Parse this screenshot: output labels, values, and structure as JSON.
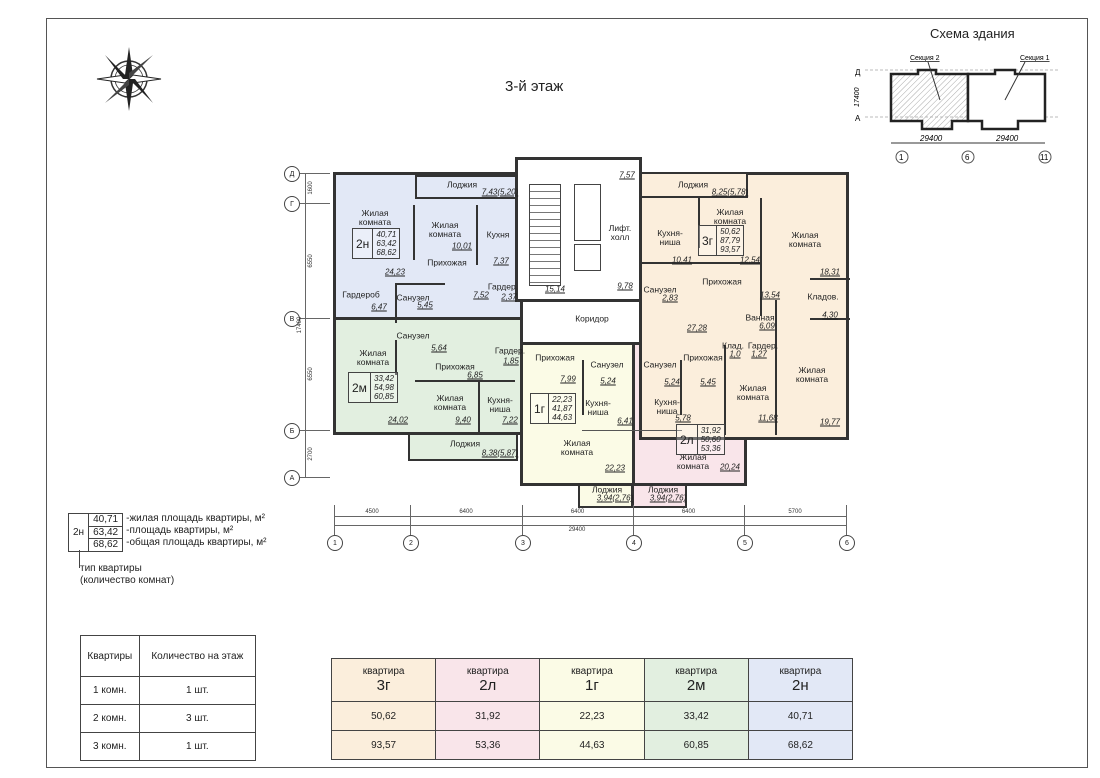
{
  "title": "3-й этаж",
  "schema": {
    "title": "Схема здания",
    "sections": [
      "Секция 2",
      "Секция 1"
    ],
    "axes_rows": [
      "Д",
      "А"
    ],
    "axes_cols": [
      "1",
      "6",
      "11"
    ],
    "height_dim": "17400",
    "width_dims": [
      "29400",
      "29400"
    ]
  },
  "colors": {
    "3г": "#fbeedc",
    "2л": "#f9e5ea",
    "1г": "#fbfbe6",
    "2м": "#e2efe0",
    "2н": "#e2e8f6"
  },
  "rooms": [
    "Лоджия",
    "7,43(5,20)",
    "Жилая\nкомната",
    "Жилая\nкомната",
    "10,01",
    "Кухня",
    "7,37",
    "Прихожая",
    "24,23",
    "7,52",
    "Гардер.",
    "2,37",
    "Гардероб",
    "6,47",
    "Санузел",
    "5,45",
    "Лифт.\nхолл",
    "7,57",
    "15,14",
    "9,78",
    "Коридор",
    "Санузел",
    "5,64",
    "Гардер.",
    "1,85",
    "Жилая\nкомната",
    "Прихожая",
    "6,85",
    "Жилая\nкомната",
    "9,40",
    "Кухня-\nниша",
    "7,22",
    "24,02",
    "Лоджия",
    "8,38(5,87)",
    "Прихожая",
    "Санузел",
    "7,99",
    "5,24",
    "Кухня-\nниша",
    "6,41",
    "Жилая\nкомната",
    "22,23",
    "Лоджия",
    "3,94(2,76)",
    "Лоджия",
    "3,94(2,76)",
    "Санузел",
    "5,24",
    "Прихожая",
    "5,45",
    "Кухня-\nниша",
    "5,78",
    "Жилая\nкомната",
    "20,24",
    "Лоджия",
    "8,25(5,78)",
    "Жилая\nкомната",
    "Кухня-\nниша",
    "10,41",
    "12,54",
    "Жилая\nкомната",
    "18,31",
    "Прихожая",
    "Санузел",
    "2,83",
    "13,54",
    "Кладов.",
    "4,30",
    "Ванная",
    "6,09",
    "27,28",
    "Клад.",
    "1,0",
    "Гардер.",
    "1,27",
    "Жилая\nкомната",
    "11,68",
    "Жилая\nкомната",
    "19,77"
  ],
  "apartments": [
    {
      "type": "2н",
      "living": "40,71",
      "area": "63,42",
      "total": "68,62"
    },
    {
      "type": "2м",
      "living": "33,42",
      "area": "54,98",
      "total": "60,85"
    },
    {
      "type": "1г",
      "living": "22,23",
      "area": "41,87",
      "total": "44,63"
    },
    {
      "type": "2л",
      "living": "31,92",
      "area": "50,60",
      "total": "53,36"
    },
    {
      "type": "3г",
      "living": "50,62",
      "area": "87,79",
      "total": "93,57"
    }
  ],
  "axes_rows": [
    "Д",
    "Г",
    "В",
    "Б",
    "А"
  ],
  "axes_cols": [
    "1",
    "2",
    "3",
    "4",
    "5",
    "6"
  ],
  "dims_bottom": [
    "4500",
    "6400",
    "6400",
    "6400",
    "5700"
  ],
  "dim_total_bottom": "29400",
  "dims_left": [
    "1600",
    "6550",
    "6550",
    "2700"
  ],
  "dim_total_left": "17400",
  "legend": {
    "type": "2н",
    "values": [
      "40,71",
      "63,42",
      "68,62"
    ],
    "descriptions": [
      "-жилая площадь квартиры, м²",
      "-площадь квартиры, м²",
      "-общая площадь квартиры, м²"
    ],
    "type_note": [
      "тип квартиры",
      "(количество комнат)"
    ]
  },
  "count_table": {
    "headers": [
      "Квартиры",
      "Количество на этаж"
    ],
    "rows": [
      [
        "1 комн.",
        "1 шт."
      ],
      [
        "2 комн.",
        "3 шт."
      ],
      [
        "3 комн.",
        "1 шт."
      ]
    ]
  },
  "area_table": {
    "prefix": "квартира",
    "columns": [
      {
        "type": "3г",
        "living": "50,62",
        "total": "93,57"
      },
      {
        "type": "2л",
        "living": "31,92",
        "total": "53,36"
      },
      {
        "type": "1г",
        "living": "22,23",
        "total": "44,63"
      },
      {
        "type": "2м",
        "living": "33,42",
        "total": "60,85"
      },
      {
        "type": "2н",
        "living": "40,71",
        "total": "68,62"
      }
    ]
  }
}
